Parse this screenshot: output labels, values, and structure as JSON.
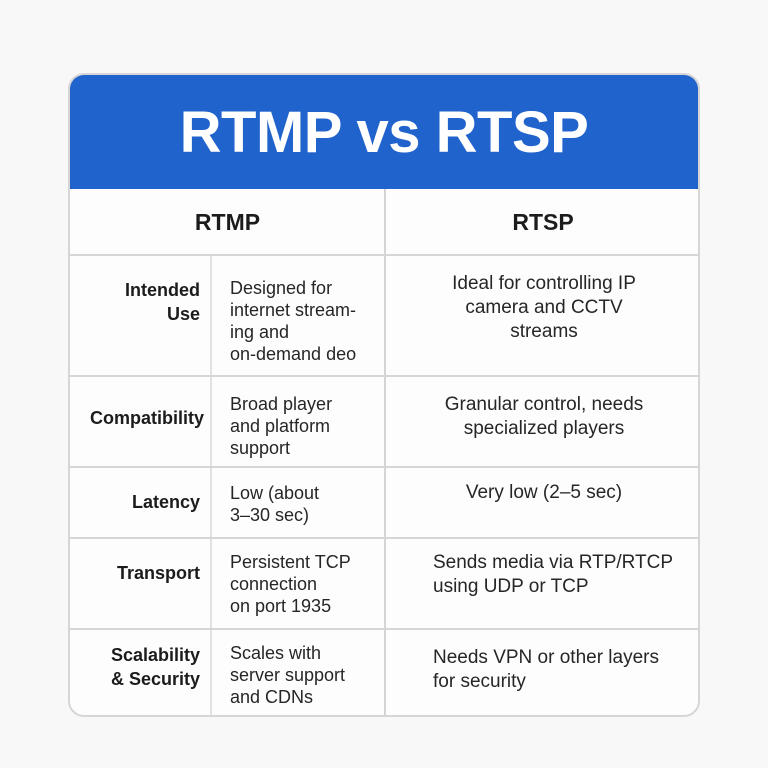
{
  "title": "RTMP vs RTSP",
  "columns": {
    "left": "RTMP",
    "right": "RTSP"
  },
  "rows": [
    {
      "label_lines": [
        "Intended",
        "Use"
      ],
      "rtmp": "Designed for\ninternet stream-\ning and\non-demand deo",
      "rtsp": "Ideal for controlling IP\n  camera and CCTV\nstreams"
    },
    {
      "label_lines": [
        "Compatibility"
      ],
      "rtmp": "Broad player\nand platform\nsupport",
      "rtsp": "Granular control, needs\nspecialized players"
    },
    {
      "label_lines": [
        "Latency"
      ],
      "rtmp": "Low (about\n3–30 sec)",
      "rtsp": "Very low (2–5 sec)"
    },
    {
      "label_lines": [
        "Transport"
      ],
      "rtmp": "Persistent TCP\nconnection\non port 1935",
      "rtsp": "Sends media via RTP/RTCP\nusing UDP or TCP"
    },
    {
      "label_lines": [
        "Scalability",
        "& Security"
      ],
      "rtmp": "Scales with\nserver support\nand CDNs",
      "rtsp": "Needs VPN or other layers\nfor security"
    }
  ],
  "colors": {
    "header_bg": "#2163cc",
    "header_text": "#ffffff",
    "border": "#d6d6d6",
    "page_bg": "#f8f8f8"
  }
}
